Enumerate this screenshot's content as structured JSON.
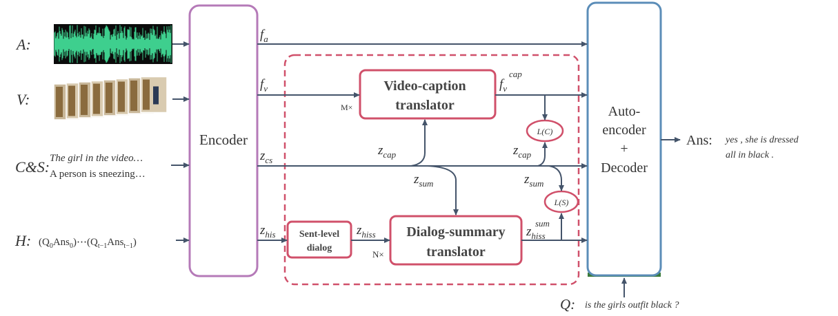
{
  "inputs": {
    "audio_label": "A:",
    "video_label": "V:",
    "cs_label": "C&S:",
    "cs_line1": "The girl in the video…",
    "cs_line2": "A person is sneezing…",
    "history_label": "H:",
    "history_q0": "(Q",
    "history_q0_sub": "0",
    "history_ans0": "Ans",
    "history_ans0_sub": "0",
    "history_dots": ")⋯(Q",
    "history_qt_sub": "t−1",
    "history_anst": "Ans",
    "history_anst_sub": "t−1",
    "history_close": ")"
  },
  "blocks": {
    "encoder": "Encoder",
    "video_caption_line1": "Video-caption",
    "video_caption_line2": "translator",
    "dialog_summary_line1": "Dialog-summary",
    "dialog_summary_line2": "translator",
    "sent_level_line1": "Sent-level",
    "sent_level_line2": "dialog",
    "ae_line1": "Auto-",
    "ae_line2": "encoder",
    "ae_line3": "+",
    "ae_line4": "Decoder",
    "loss_c": "L(C)",
    "loss_s": "L(S)",
    "m_times": "M×",
    "n_times": "N×"
  },
  "features": {
    "fa": "f",
    "fa_sub": "a",
    "fv": "f",
    "fv_sub": "v",
    "fcap": "f",
    "fcap_sub": "v",
    "fcap_sup": "cap",
    "zcs": "z",
    "zcs_sub": "cs",
    "zhis": "z",
    "zhis_sub": "his",
    "zhiss": "z",
    "zhiss_sub": "hiss",
    "zcap": "z",
    "zcap_sub": "cap",
    "zcap2": "z",
    "zcap2_sub": "cap",
    "zsum": "z",
    "zsum_sub": "sum",
    "zsum2": "z",
    "zsum2_sub": "sum",
    "zsumhiss": "z",
    "zsumhiss_sub": "hiss",
    "zsumhiss_sup": "sum"
  },
  "output": {
    "ans_label": "Ans:",
    "ans_line1": "yes , she is dressed",
    "ans_line2": "all in black ."
  },
  "question": {
    "q_label": "Q:",
    "q_text": "is the girls outfit black ?"
  },
  "colors": {
    "encoder_border": "#b57ab8",
    "ae_border": "#5b8db8",
    "ae_bottom": "#3a7a3a",
    "translator_border": "#d0506a",
    "arrow": "#44546a",
    "waveform": "#3ecf8e"
  }
}
